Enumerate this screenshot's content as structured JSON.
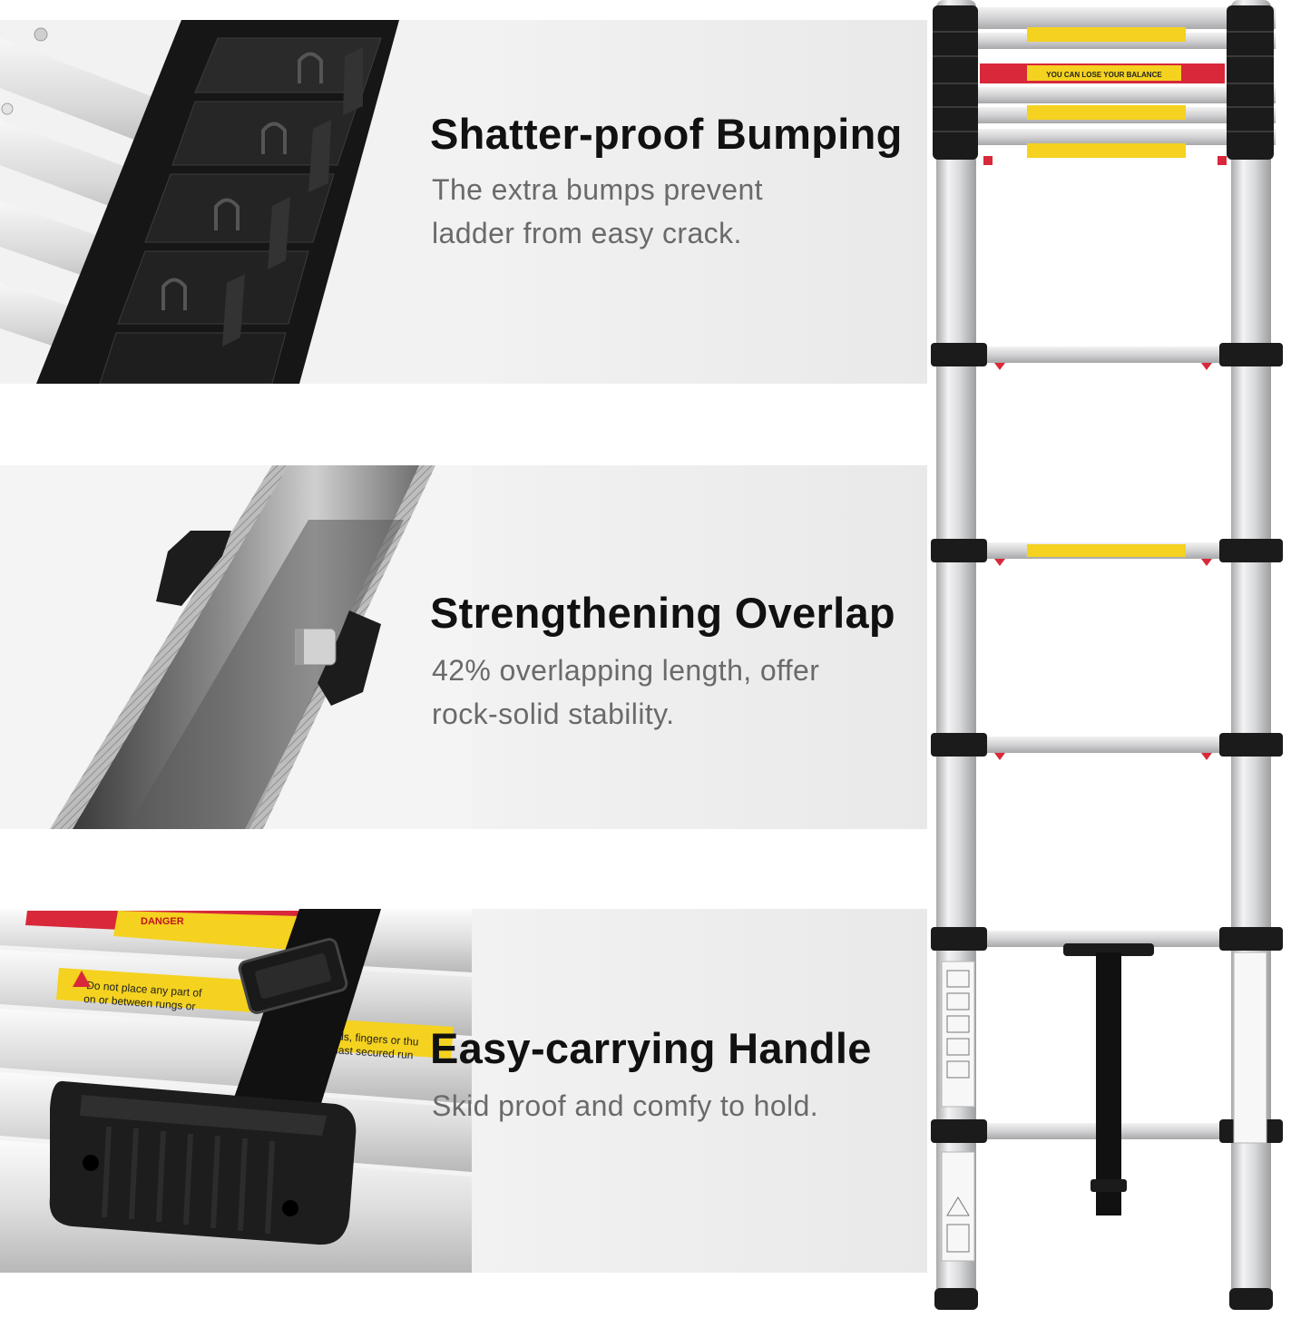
{
  "features": [
    {
      "title": "Shatter-proof Bumping",
      "desc_lines": [
        "The extra bumps prevent",
        "ladder from easy crack."
      ]
    },
    {
      "title": "Strengthening Overlap",
      "desc_lines": [
        "42% overlapping length, offer",
        "rock-solid stability."
      ]
    },
    {
      "title": "Easy-carrying Handle",
      "desc_lines": [
        "Skid proof and comfy to hold."
      ]
    }
  ],
  "labels": {
    "balance": "YOU CAN LOSE YOUR BALANCE",
    "danger": "DANGER",
    "notice_1": "Do not place any part of",
    "notice_2": "on or between rungs or",
    "notice_3": "hands, fingers or thu",
    "notice_4": "the last secured run"
  },
  "colors": {
    "accent_red": "#d8283a",
    "warning_yellow": "#f4d21f",
    "aluminum": "#d9dadc",
    "black_cap": "#1b1b1b"
  }
}
